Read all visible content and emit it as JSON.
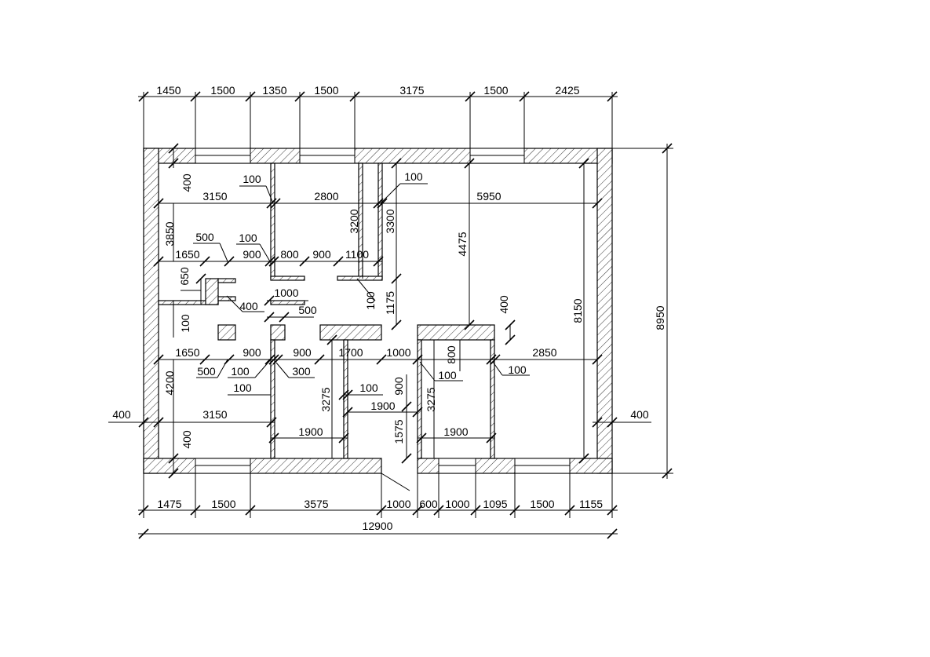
{
  "top_dims": [
    "1450",
    "1500",
    "1350",
    "1500",
    "3175",
    "1500",
    "2425"
  ],
  "bottom_dims": [
    "1475",
    "1500",
    "3575",
    "1000",
    "600",
    "1000",
    "1095",
    "1500",
    "1155"
  ],
  "overall_width": "12900",
  "overall_height": "8950",
  "left_wall": "400",
  "right_wall": "400",
  "labels": {
    "l400a": "400",
    "l3150a": "3150",
    "l2800": "2800",
    "l5950": "5950",
    "l100a": "100",
    "l100b": "100",
    "l3200": "3200",
    "l3300": "3300",
    "l4475": "4475",
    "l3850": "3850",
    "l500a": "500",
    "l100c": "100",
    "l1650a": "1650",
    "l900a": "900",
    "l800a": "800",
    "l900b": "900",
    "l1100": "1100",
    "l650": "650",
    "l1000a": "1000",
    "l400b": "400",
    "l500b": "500",
    "l100d": "100",
    "l1175": "1175",
    "l400c": "400",
    "l8150": "8150",
    "l100e": "100",
    "l1650b": "1650",
    "l900c": "900",
    "l900d": "900",
    "l1700": "1700",
    "l1000b": "1000",
    "l800b": "800",
    "l2850": "2850",
    "l500c": "500",
    "l100f": "100",
    "l300": "300",
    "l100g": "100",
    "l100h": "100",
    "l100i": "100",
    "l4200": "4200",
    "l3275a": "3275",
    "l100j": "100",
    "l900e": "900",
    "l3275b": "3275",
    "l1900a": "1900",
    "l3150b": "3150",
    "l1900b": "1900",
    "l1575": "1575",
    "l1900c": "1900",
    "l400d": "400"
  }
}
